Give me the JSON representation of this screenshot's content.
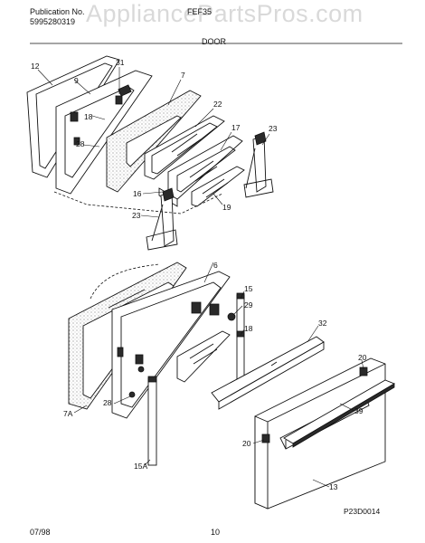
{
  "header": {
    "publication_label": "Publication No.",
    "publication_number": "5995280319",
    "model_partial": "FEF35",
    "section_title": "DOOR",
    "watermark": "AppliancePartsPros.com"
  },
  "callouts": [
    "12",
    "9",
    "31",
    "7",
    "18",
    "22",
    "28",
    "17",
    "23",
    "16",
    "19",
    "23",
    "6",
    "15",
    "29",
    "18",
    "32",
    "20",
    "7A",
    "28",
    "39",
    "20",
    "15A",
    "13"
  ],
  "figure_code": "P23D0014",
  "footer": {
    "date": "07/98",
    "page": "10"
  }
}
